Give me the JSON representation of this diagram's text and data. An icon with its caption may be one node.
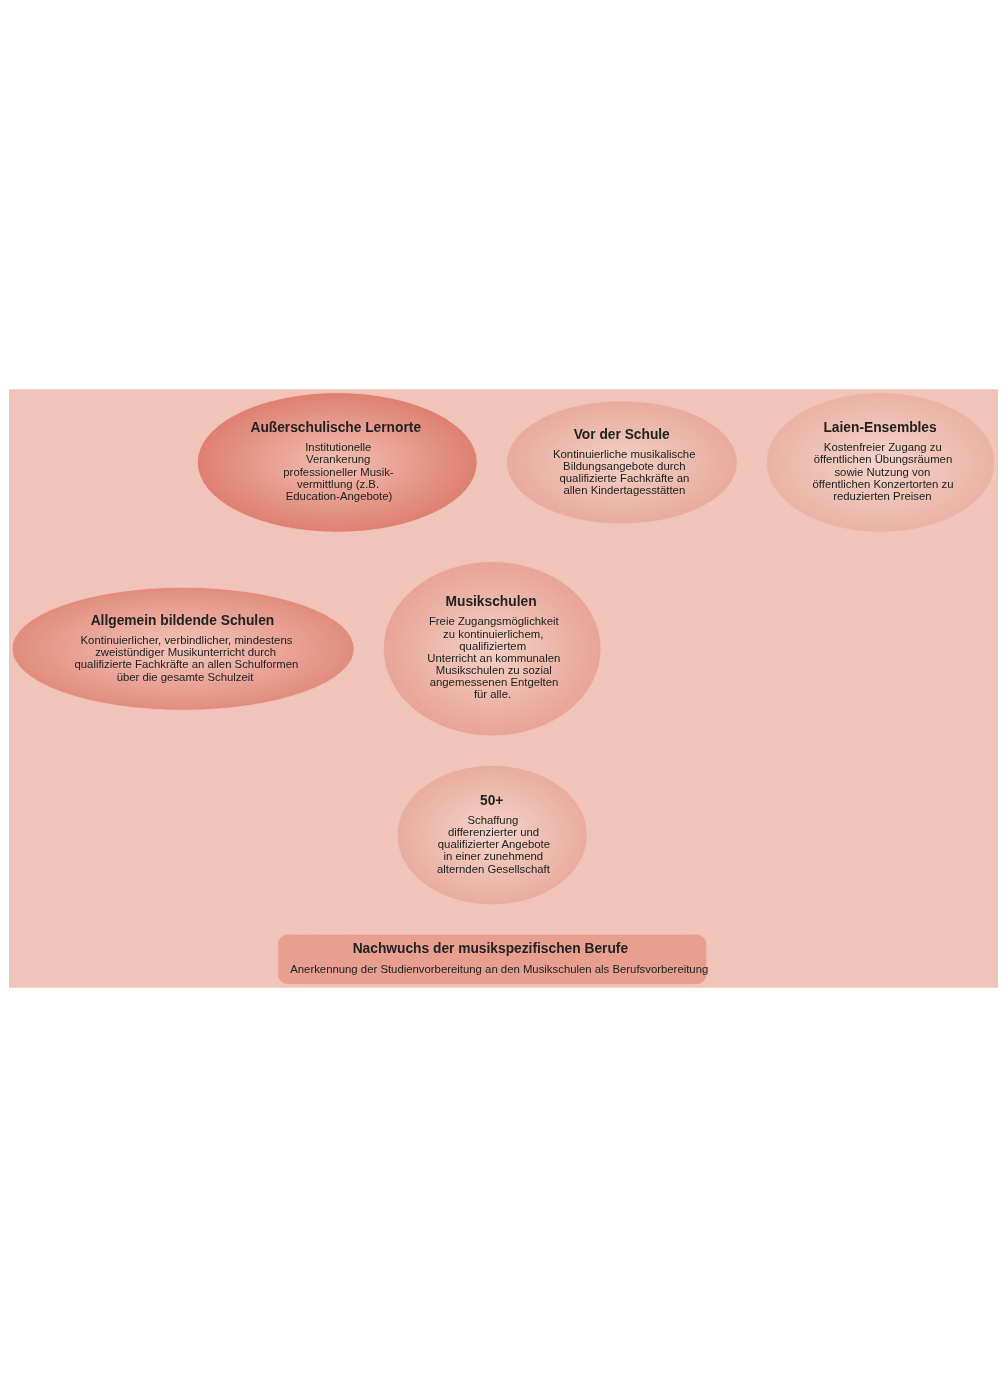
{
  "diagram": {
    "nodes": [
      {
        "text": [
          "Vor der Schule",
          "Kontinuierliche musikalische Bildungsangebote durch qualifizierte Fachkräfte an allen Kindertagesstätten"
        ]
      },
      {
        "text": [
          "Außerschulische Lernorte",
          "Institutionelle Verankerung professioneller Musik-vermittlung (z.B. Education-Angebote)"
        ]
      },
      {
        "text": [
          "Laien-Ensembles",
          "Kostenfreier Zugang zu öffentlichen Übungsräumen sowie Nutzung von öffentlichen Konzertorten zu reduzierten Preisen"
        ]
      },
      {
        "text": [
          "Allgemein bildende Schulen",
          "Kontinuierlicher, verbindlicher, mindestens zweistündiger Musikunterricht durch qualifizierte Fachkräfte an allen Schulformen über die gesamte Schulzeit"
        ]
      },
      {
        "text": [
          "Musikschulen",
          "Freie Zugangsmöglichkeit zu kontinuierlichem, qualifiziertem Unterricht an kommunalen Musikschulen zu sozial angemessenen Entgelten für alle."
        ]
      },
      {
        "text": [
          "50+",
          "Schaffung differenzierter und qualifizierter Angebote in einer zunehmend alternden Gesellschaft"
        ]
      },
      {
        "text": [
          "Nachwuchs der musikspezifischen Berufe",
          "Anerkennung der Studienvorbereitung an den Musikschulen als Berufsvorbereitung"
        ]
      }
    ],
    "edges": []
  }
}
